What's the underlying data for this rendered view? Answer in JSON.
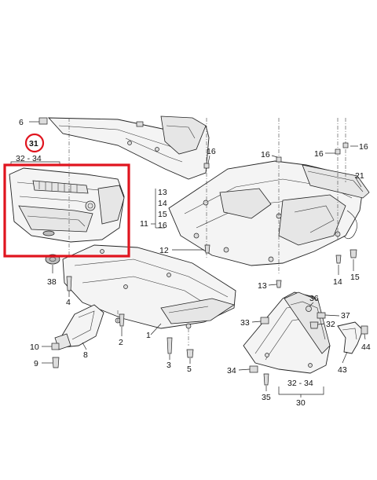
{
  "colors": {
    "highlight": "#e0141e",
    "line": "#222222",
    "fill": "#f4f4f4"
  },
  "highlighted_callout": "31",
  "callouts": {
    "c1": "1",
    "c2": "2",
    "c3": "3",
    "c4": "4",
    "c5": "5",
    "c6": "6",
    "c8": "8",
    "c9": "9",
    "c10": "10",
    "c11": "11",
    "c12": "12",
    "c13a": "13",
    "c13b": "13",
    "c14a": "14",
    "c14b": "14",
    "c15a": "15",
    "c15b": "15",
    "c16a": "16",
    "c16b": "16",
    "c16c": "16",
    "c16d": "16",
    "c16e": "16",
    "c21": "21",
    "c30": "30",
    "c31": "31",
    "c32a": "32 - 34",
    "c32b": "32 - 34",
    "c32c": "32",
    "c33": "33",
    "c34": "34",
    "c35": "35",
    "c36": "36",
    "c37": "37",
    "c38": "38",
    "c43": "43",
    "c44": "44"
  }
}
